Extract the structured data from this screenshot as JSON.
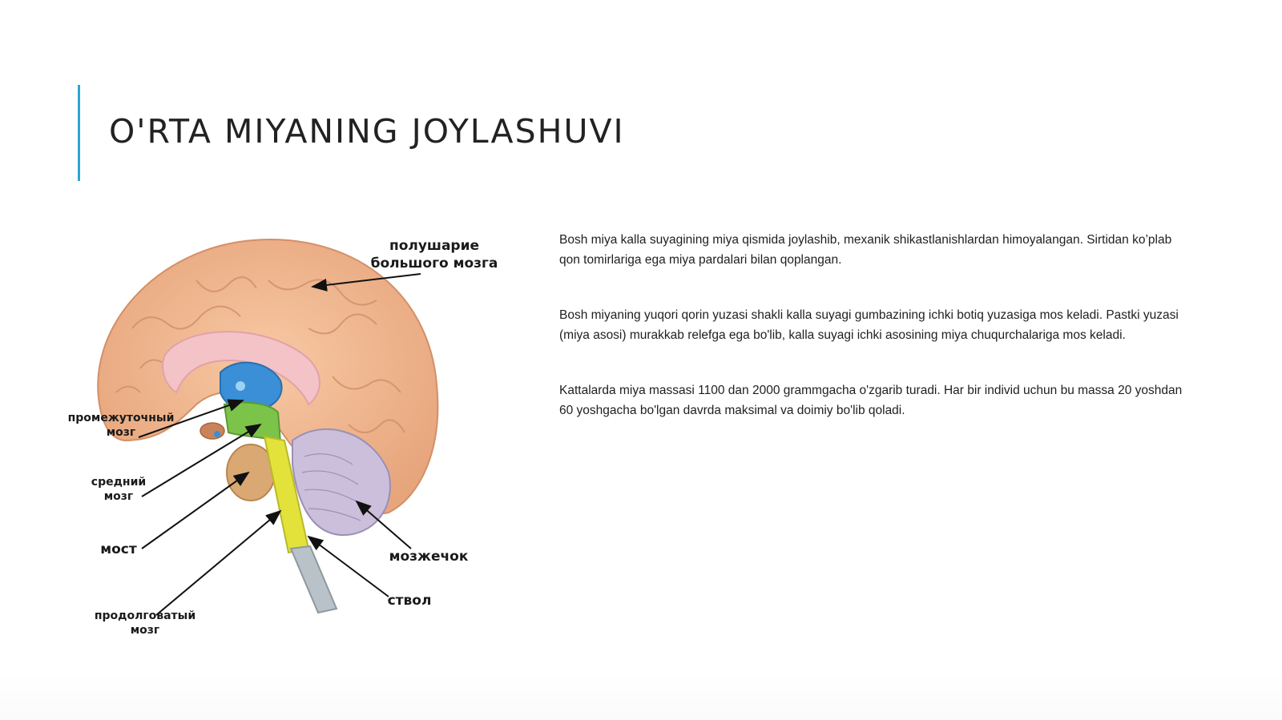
{
  "slide": {
    "title": "O'RTA MIYANING JOYLASHUVI",
    "accent_color": "#2aa7d4"
  },
  "figure": {
    "labels": {
      "hemisphere_line1": "полушарие",
      "hemisphere_line2": "большого мозга",
      "diencephalon_line1": "промежуточный",
      "diencephalon_line2": "мозг",
      "midbrain_line1": "средний",
      "midbrain_line2": "мозг",
      "pons": "мост",
      "medulla_line1": "продолговатый",
      "medulla_line2": "мозг",
      "cerebellum": "мозжечок",
      "stem": "ствол"
    }
  },
  "content": {
    "paragraphs": [
      "Bosh miya kalla suyagining miya qismida joylashib, mexanik shikastlanishlardan himoyalangan. Sirtidan ko’plab qon tomirlariga ega miya pardalari bilan qoplangan.",
      "Bosh miyaning yuqori qorin yuzasi shakli kalla suyagi gumbazining ichki botiq yuzasiga mos keladi. Pastki yuzasi (miya asosi) murakkab relefga ega bo'lib, kalla suyagi ichki asosining miya chuqurchalariga mos keladi.",
      "Kattalarda miya massasi 1100 dan 2000 grammgacha o'zgarib turadi. Har bir individ uchun bu massa 20 yoshdan 60 yoshgacha bo'lgan davrda maksimal va doimiy bo'lib qoladi."
    ]
  }
}
